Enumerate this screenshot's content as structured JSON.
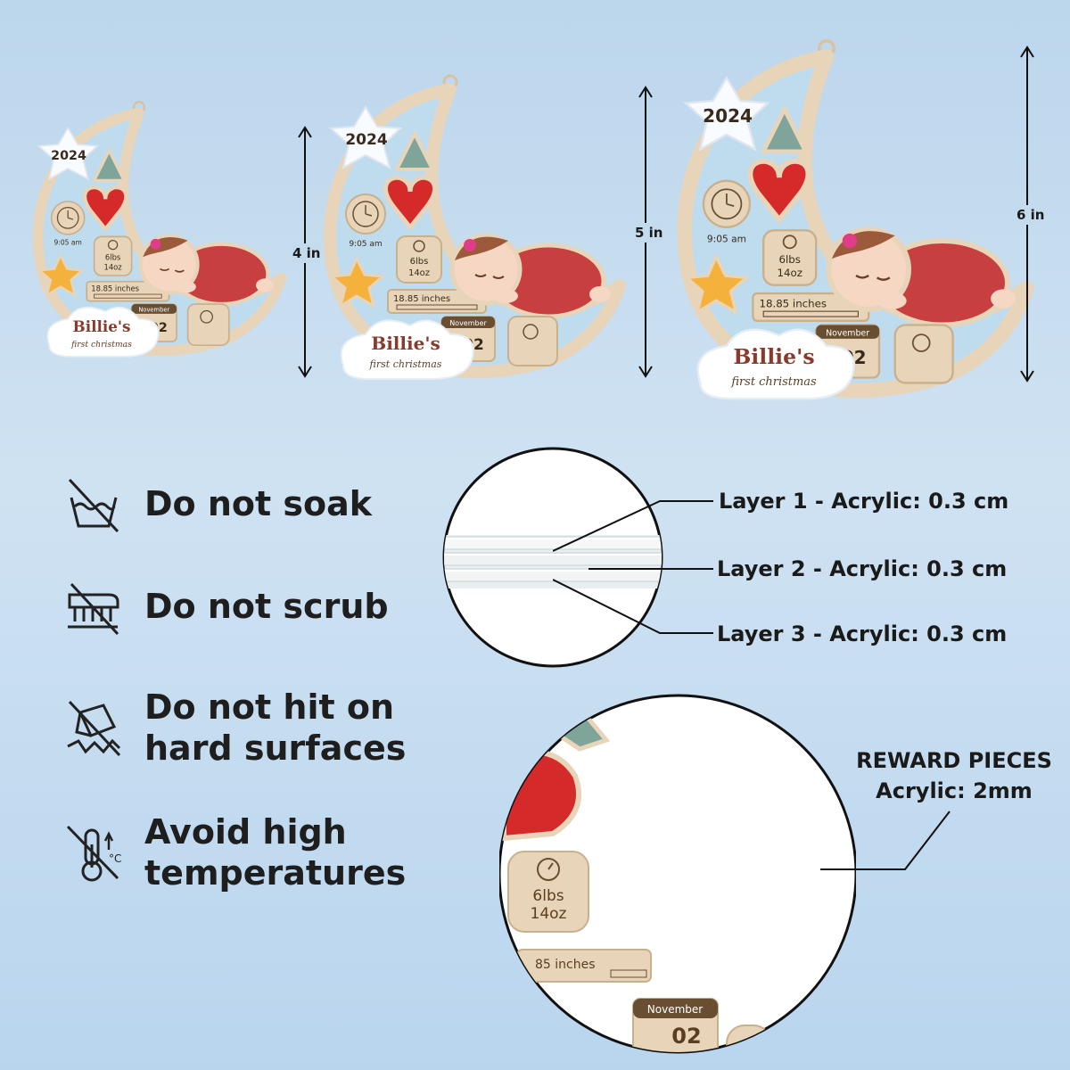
{
  "ornaments": [
    {
      "size_label": "4 in",
      "year": "2024",
      "name": "Billie's",
      "subtitle": "first christmas",
      "time": "9:05 am",
      "weight_lbs": "6lbs",
      "weight_oz": "14oz",
      "length": "18.85 inches",
      "month": "November",
      "day": "02"
    },
    {
      "size_label": "5 in",
      "year": "2024",
      "name": "Billie's",
      "subtitle": "first christmas",
      "time": "9:05 am",
      "weight_lbs": "6lbs",
      "weight_oz": "14oz",
      "length": "18.85 inches",
      "month": "November",
      "day": "02"
    },
    {
      "size_label": "6 in",
      "year": "2024",
      "name": "Billie's",
      "subtitle": "first christmas",
      "time": "9:05 am",
      "weight_lbs": "6lbs",
      "weight_oz": "14oz",
      "length": "18.85 inches",
      "month": "November",
      "day": "02"
    }
  ],
  "care": [
    {
      "icon": "no-soak-icon",
      "text": "Do not soak"
    },
    {
      "icon": "no-scrub-icon",
      "text": "Do not scrub"
    },
    {
      "icon": "no-hit-icon",
      "text": "Do not hit on\nhard surfaces"
    },
    {
      "icon": "no-heat-icon",
      "text": "Avoid high\ntemperatures"
    }
  ],
  "layers": [
    {
      "label": "Layer 1 - Acrylic: 0.3 cm"
    },
    {
      "label": "Layer 2 - Acrylic: 0.3 cm"
    },
    {
      "label": "Layer 3 - Acrylic: 0.3 cm"
    }
  ],
  "reward": {
    "title": "REWARD PIECES",
    "subtitle": "Acrylic: 2mm",
    "weight_lbs": "6lbs",
    "weight_oz": "14oz",
    "length": "85 inches",
    "month": "November",
    "day": "02"
  },
  "colors": {
    "background": "#c5dcef",
    "wood": "#e8d4b8",
    "baby_red": "#c7403f",
    "heart_red": "#d42a2a",
    "star_yellow": "#f4b23c",
    "text_dark": "#1a1a1a"
  }
}
